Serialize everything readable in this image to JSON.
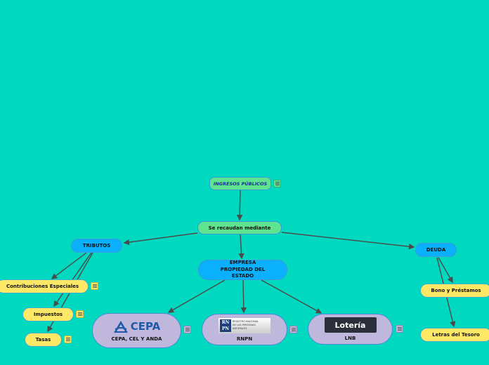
{
  "root": {
    "label": "INGRESOS PÚBLICOS"
  },
  "hub": {
    "label": "Se recaudan mediante"
  },
  "tributos": {
    "label": "TRIBUTOS",
    "children": [
      "Contribuciones Especiales",
      "Impuestos",
      "Tasas"
    ]
  },
  "empresa": {
    "label": "EMPRESA PROPIEDAD DEL ESTADO",
    "children": [
      {
        "label": "CEPA, CEL Y ANDA",
        "logo_text": "CEPA"
      },
      {
        "label": "RNPN",
        "logo_text": "RNPN REGISTRO NACIONAL DE LAS PERSONAS NATURALES"
      },
      {
        "label": "LNB",
        "logo_text": "Lotería"
      }
    ]
  },
  "deuda": {
    "label": "DEUDA",
    "children": [
      "Bono y Préstamos",
      "Letras del Tesoro"
    ]
  },
  "colors": {
    "background": "#00d8c0",
    "green": "#5ee38e",
    "blue": "#0ab0fb",
    "yellow": "#ffe866",
    "purple": "#bfb7dc",
    "line": "#4a4a4a"
  }
}
